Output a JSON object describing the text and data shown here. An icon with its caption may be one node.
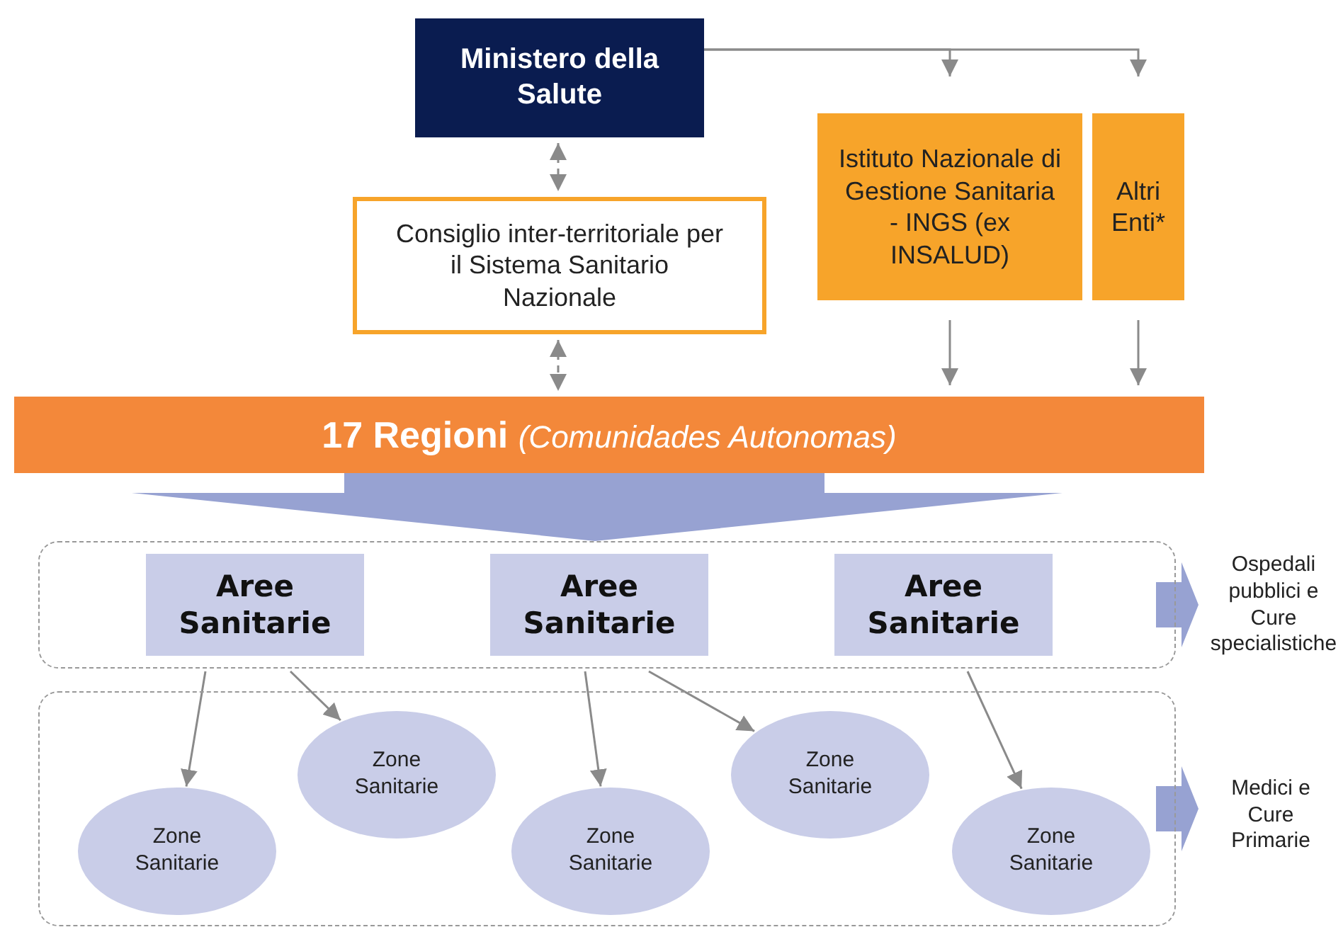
{
  "diagram": {
    "nodes": [
      {
        "text": [
          "Ministero della Salute"
        ]
      },
      {
        "text": [
          "Consiglio inter-territoriale per il Sistema Sanitario Nazionale"
        ]
      },
      {
        "text": [
          "Istituto Nazionale di Gestione Sanitaria - INGS (ex INSALUD)"
        ]
      },
      {
        "text": [
          "Altri Enti*"
        ]
      },
      {
        "text": [
          "**17 Regioni** *(Comunidades Autonomas)*"
        ]
      },
      {
        "text": [],
        "shape": "box"
      },
      {
        "text": [
          "Aree Sanitarie"
        ],
        "in": 5
      },
      {
        "text": [
          "Aree Sanitarie"
        ],
        "in": 5
      },
      {
        "text": [
          "Aree Sanitarie"
        ],
        "in": 5
      },
      {
        "text": [],
        "shape": "box"
      },
      {
        "text": [
          "Zone Sanitarie"
        ],
        "in": 9
      },
      {
        "text": [
          "Zone Sanitarie"
        ],
        "in": 9
      },
      {
        "text": [
          "Zone Sanitarie"
        ],
        "in": 9
      },
      {
        "text": [
          "Zone Sanitarie"
        ],
        "in": 9
      },
      {
        "text": [
          "Zone Sanitarie"
        ],
        "in": 9
      },
      {
        "text": [
          "Ospedali pubblici e Cure specialistiche"
        ]
      },
      {
        "text": [
          "Medici e Cure Primarie"
        ]
      }
    ],
    "edges": [
      {
        "from": 0,
        "to": 1,
        "arrow": "both",
        "style": "dashed"
      },
      {
        "from": 1,
        "to": 4,
        "arrow": "both",
        "style": "dashed"
      },
      {
        "from": 0,
        "to": 2,
        "arrow": "to"
      },
      {
        "from": 0,
        "to": 3,
        "arrow": "to"
      },
      {
        "from": 2,
        "to": 4,
        "arrow": "to"
      },
      {
        "from": 3,
        "to": 4,
        "arrow": "to"
      },
      {
        "from": 4,
        "to": 5,
        "arrow": "to",
        "style": "thick",
        "color": "#97a2d2"
      },
      {
        "from": 6,
        "to": 10,
        "arrow": "to"
      },
      {
        "from": 6,
        "to": 11,
        "arrow": "to"
      },
      {
        "from": 7,
        "to": 12,
        "arrow": "to"
      },
      {
        "from": 7,
        "to": 13,
        "arrow": "to"
      },
      {
        "from": 8,
        "to": 14,
        "arrow": "to"
      },
      {
        "from": 5,
        "to": 15,
        "arrow": "to",
        "style": "thick",
        "color": "#97a2d2"
      },
      {
        "from": 9,
        "to": 16,
        "arrow": "to",
        "style": "thick",
        "color": "#97a2d2"
      }
    ]
  }
}
